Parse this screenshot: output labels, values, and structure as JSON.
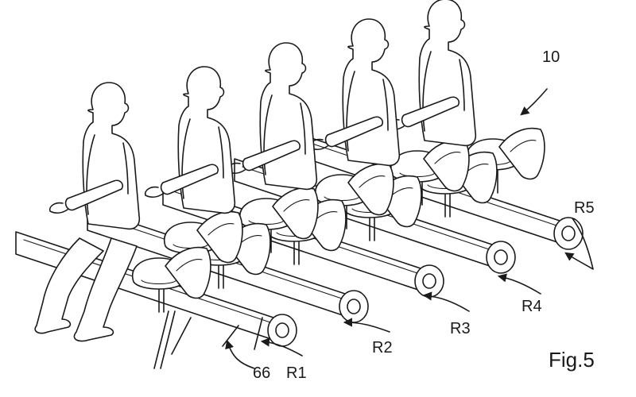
{
  "figure_label": "Fig.5",
  "labels": {
    "ref_10": "10",
    "r5": "R5",
    "r4": "R4",
    "r3": "R3",
    "r2": "R2",
    "r1": "R1",
    "ref_66": "66"
  }
}
